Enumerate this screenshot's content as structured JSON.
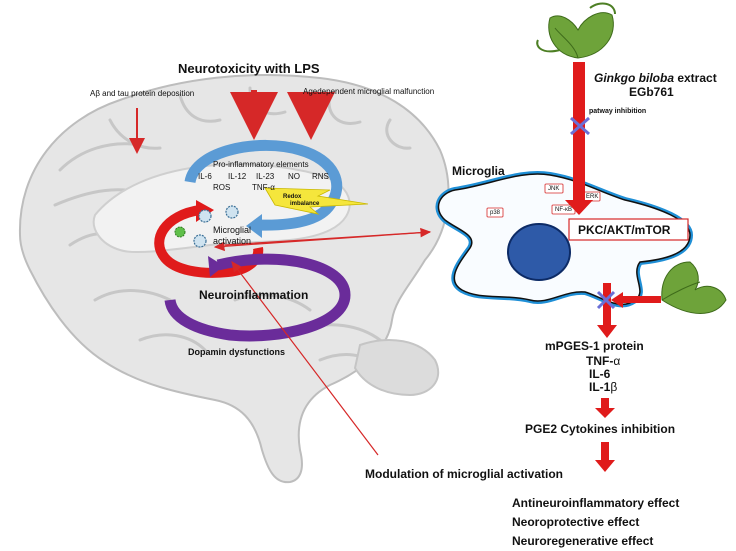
{
  "title": "Neurotoxicity with LPS",
  "inputs": {
    "abeta": "Aβ  and tau protein deposition",
    "age": "Agedependent microglial malfunction"
  },
  "pro_inflammatory": {
    "header": "Pro-inflammatory  elements",
    "row1": [
      "IL-6",
      "IL-12",
      "IL-23",
      "NO",
      "RNS"
    ],
    "row2": [
      "ROS",
      "TNF-α"
    ]
  },
  "redox": {
    "line1": "Redox",
    "line2": "imbalance"
  },
  "microglial_activation": {
    "line1": "Microglial",
    "line2": "activation"
  },
  "neuroinflammation": "Neuroinflammation",
  "dopamin": "Dopamin dysfunctions",
  "modulation": "Modulation of microglial activation",
  "ginkgo": {
    "name": "Ginkgo biloba",
    "suffix": " extract",
    "code": "EGb761"
  },
  "pathway_inhibition": "patway inhibition",
  "microglia_title": "Microglia",
  "microglia_markers": [
    "JNK",
    "ERK",
    "p38",
    "NF-κB"
  ],
  "pathway_box": "PKC/AKT/mTOR",
  "cytokines": {
    "line1": "mPGES-1 protein",
    "line2_pre": "TNF-",
    "line2_greek": "α",
    "line3": "IL-6",
    "line4_pre": "IL-1",
    "line4_greek": "β"
  },
  "pge2": "PGE2 Cytokines inhibition",
  "effects": [
    "Antineuroinflammatory effect",
    "Neoroprotective effect",
    "Neuroregenerative effect"
  ],
  "colors": {
    "red_arrow": "#d62828",
    "blue_arc": "#5b9bd5",
    "purple_arc": "#6a2c9a",
    "lightning": "#f5e63c",
    "nucleus": "#2e5aa8",
    "membrane": "#1f8fd6",
    "cross": "#6b6fd6",
    "leaf": "#5a8f2a"
  }
}
